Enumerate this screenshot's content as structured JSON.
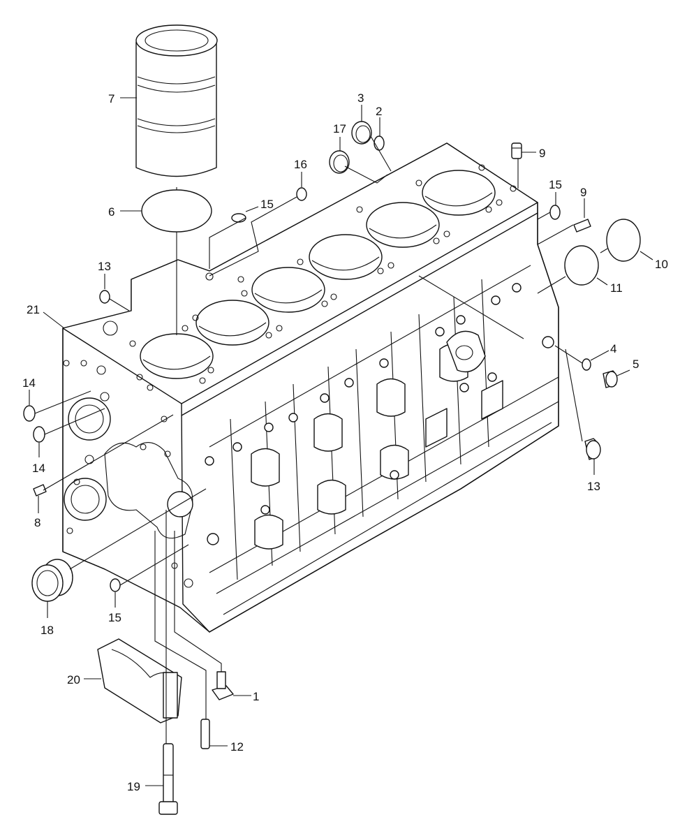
{
  "callouts": [
    {
      "id": "c1",
      "label": "1"
    },
    {
      "id": "c2",
      "label": "2"
    },
    {
      "id": "c3",
      "label": "3"
    },
    {
      "id": "c4",
      "label": "4"
    },
    {
      "id": "c5",
      "label": "5"
    },
    {
      "id": "c6",
      "label": "6"
    },
    {
      "id": "c7",
      "label": "7"
    },
    {
      "id": "c8",
      "label": "8"
    },
    {
      "id": "c9a",
      "label": "9"
    },
    {
      "id": "c9b",
      "label": "9"
    },
    {
      "id": "c10",
      "label": "10"
    },
    {
      "id": "c11",
      "label": "11"
    },
    {
      "id": "c12",
      "label": "12"
    },
    {
      "id": "c13a",
      "label": "13"
    },
    {
      "id": "c13b",
      "label": "13"
    },
    {
      "id": "c14a",
      "label": "14"
    },
    {
      "id": "c14b",
      "label": "14"
    },
    {
      "id": "c15a",
      "label": "15"
    },
    {
      "id": "c15b",
      "label": "15"
    },
    {
      "id": "c15c",
      "label": "15"
    },
    {
      "id": "c16",
      "label": "16"
    },
    {
      "id": "c17",
      "label": "17"
    },
    {
      "id": "c18",
      "label": "18"
    },
    {
      "id": "c19",
      "label": "19"
    },
    {
      "id": "c20",
      "label": "20"
    },
    {
      "id": "c21",
      "label": "21"
    }
  ]
}
